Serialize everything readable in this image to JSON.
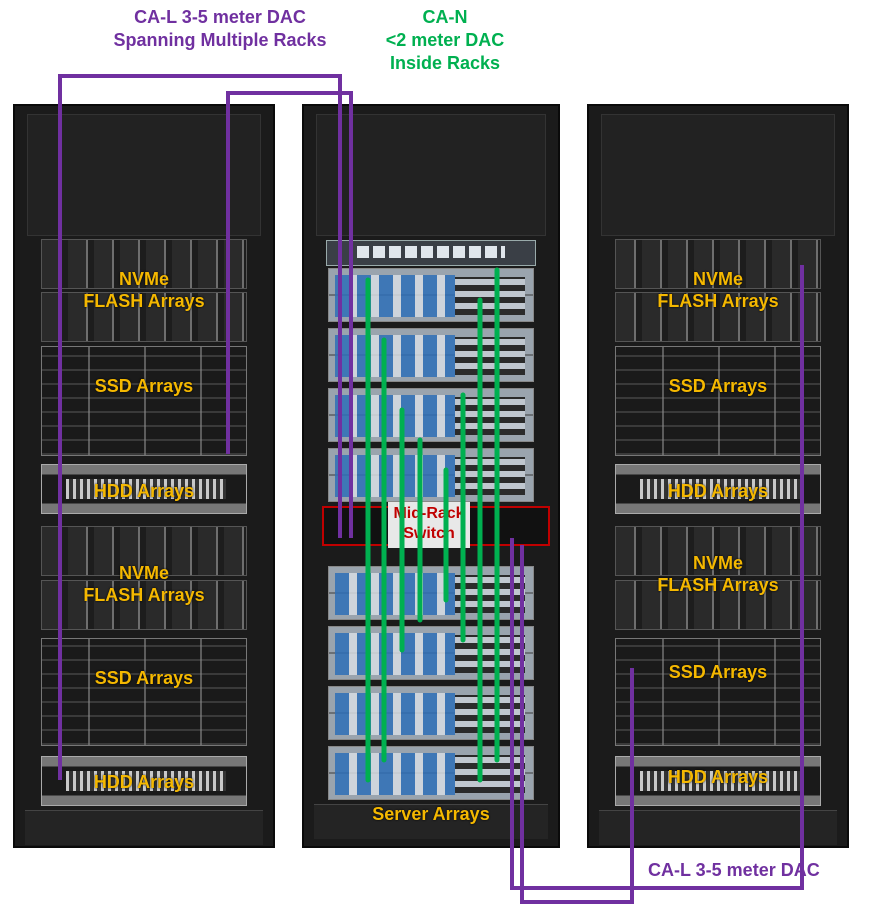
{
  "headers": {
    "cal_top": {
      "line1": "CA-L 3-5 meter DAC",
      "line2": "Spanning Multiple Racks"
    },
    "can": {
      "line1": "CA-N",
      "line2": "<2 meter DAC",
      "line3": "Inside Racks"
    },
    "cal_bottom": "CA-L 3-5 meter DAC"
  },
  "left_rack": {
    "nvme1": {
      "line1": "NVMe",
      "line2": "FLASH Arrays"
    },
    "ssd1": "SSD Arrays",
    "hdd1": "HDD Arrays",
    "nvme2": {
      "line1": "NVMe",
      "line2": "FLASH Arrays"
    },
    "ssd2": "SSD Arrays",
    "hdd2": "HDD Arrays"
  },
  "middle_rack": {
    "switch": {
      "line1": "Mid-Rack",
      "line2": "Switch"
    },
    "footer": "Server Arrays"
  },
  "right_rack": {
    "nvme1": {
      "line1": "NVMe",
      "line2": "FLASH Arrays"
    },
    "ssd1": "SSD Arrays",
    "hdd1": "HDD Arrays",
    "nvme2": {
      "line1": "NVMe",
      "line2": "FLASH Arrays"
    },
    "ssd2": "SSD Arrays",
    "hdd2": "HDD Arrays"
  },
  "colors": {
    "cal_cable": "#7030a0",
    "can_cable": "#00b050",
    "storage_label": "#f5b800",
    "switch_label": "#c00000"
  }
}
